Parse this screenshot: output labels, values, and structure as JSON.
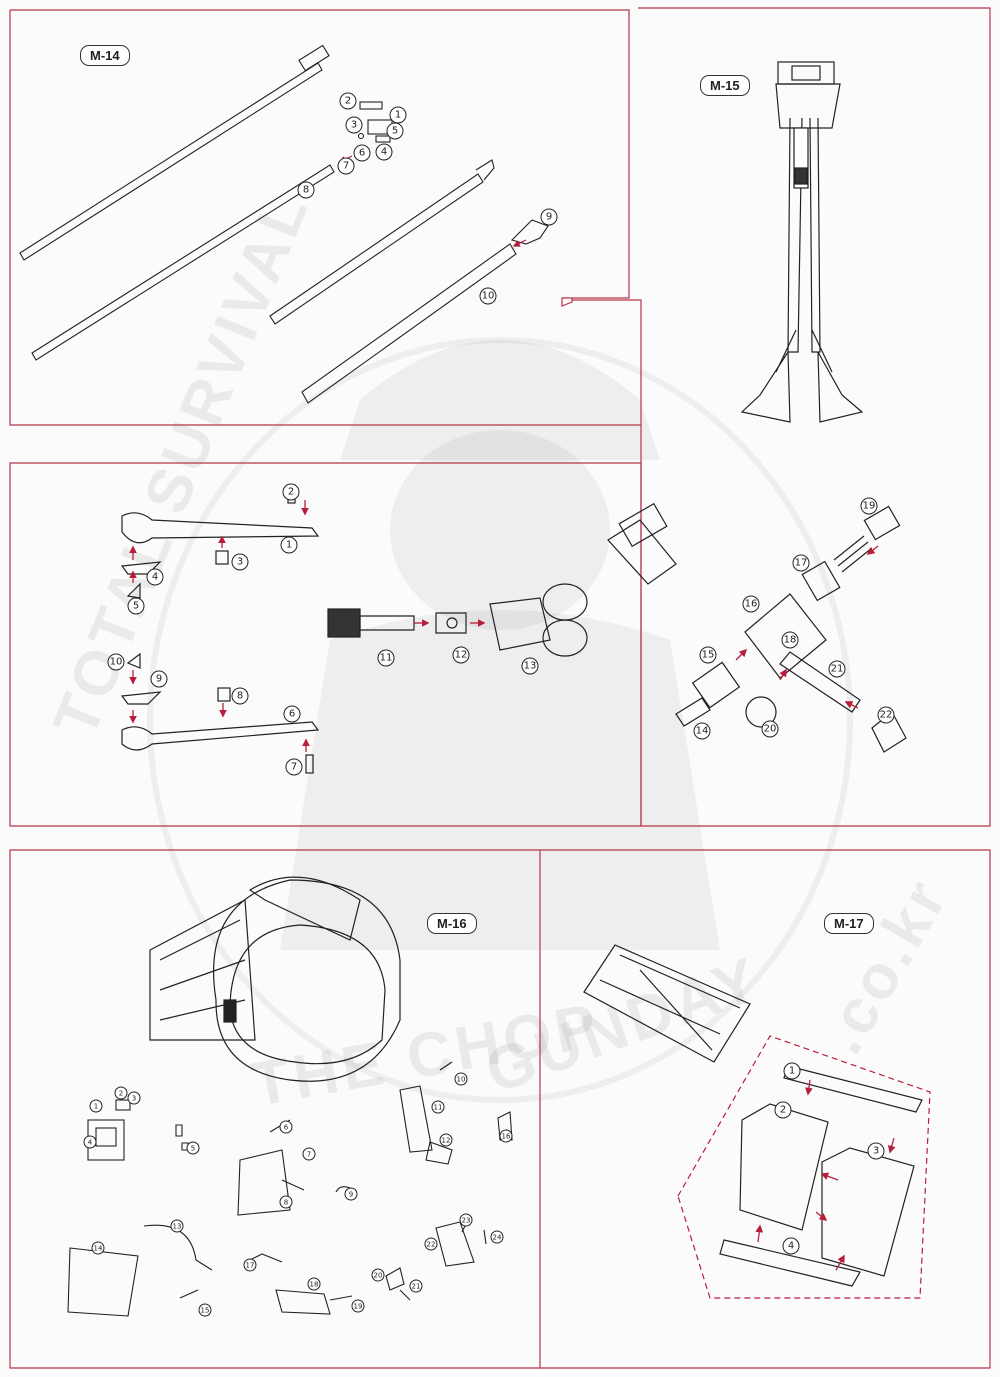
{
  "panels": {
    "m14": {
      "label": "M-14"
    },
    "m15": {
      "label": "M-15"
    },
    "m16": {
      "label": "M-16"
    },
    "m17": {
      "label": "M-17"
    }
  },
  "part_numbers": {
    "m14": [
      "1",
      "2",
      "3",
      "4",
      "5",
      "6",
      "7",
      "8",
      "9",
      "10"
    ],
    "bipod": [
      "1",
      "2",
      "3",
      "4",
      "5",
      "6",
      "7",
      "8",
      "9",
      "10",
      "11",
      "12",
      "13",
      "14",
      "15",
      "16",
      "17",
      "18",
      "19",
      "20",
      "21",
      "22"
    ],
    "m16": [
      "1",
      "2",
      "3",
      "4",
      "5",
      "6",
      "7",
      "8",
      "9",
      "10",
      "11",
      "12",
      "13",
      "14",
      "15",
      "16",
      "17",
      "18",
      "19",
      "20",
      "21",
      "22",
      "23",
      "24"
    ],
    "m17": [
      "1",
      "2",
      "3",
      "4"
    ]
  },
  "watermark": {
    "line1": "TOTAL SURVIVAL",
    "line2": "THE CHOP",
    "line3": "GUNDAY",
    "line4": ".co.kr"
  },
  "colors": {
    "border": "#b8344a",
    "arrow": "#b81e3c",
    "ink": "#222222"
  }
}
